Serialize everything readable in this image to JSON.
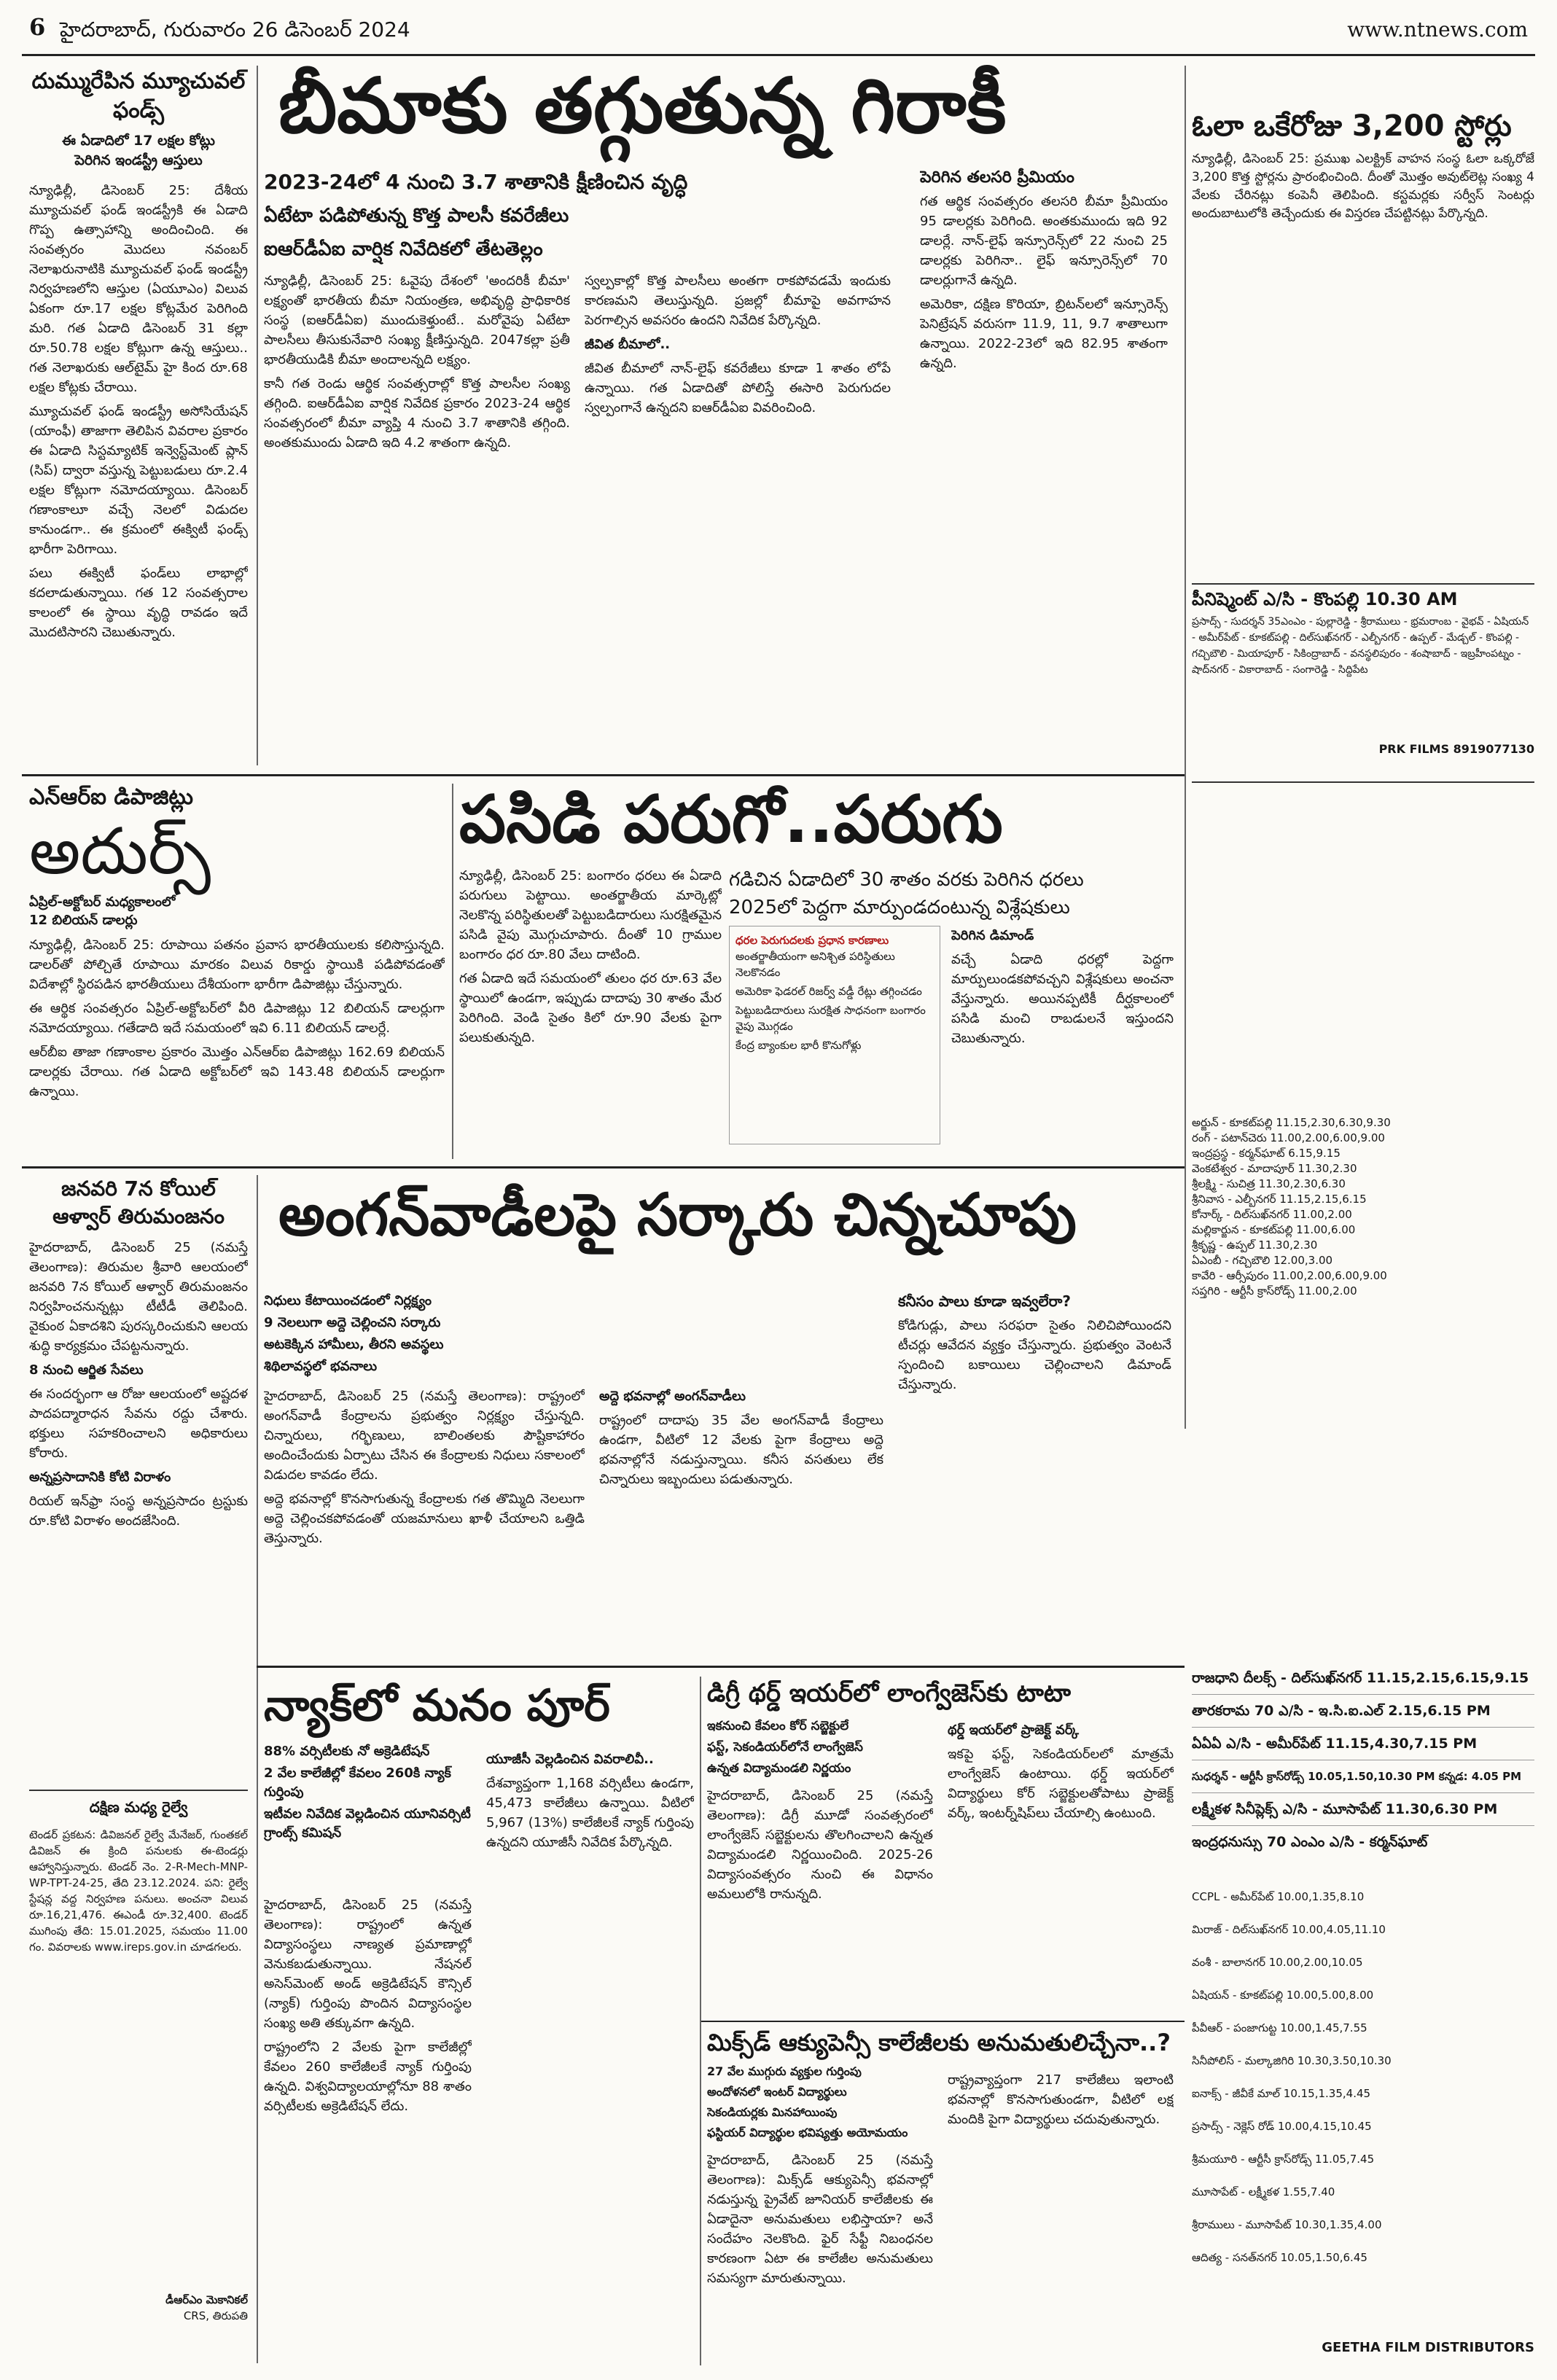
{
  "masthead": {
    "page_no": "6",
    "dateline": "హైదరాబాద్, గురువారం 26 డిసెంబర్ 2024",
    "site": "www.ntnews.com"
  },
  "mutual": {
    "head": "దుమ్మురేపిన మ్యూచువల్ ఫండ్స్",
    "kicker1": "ఈ ఏడాదిలో 17 లక్షల కోట్లు",
    "kicker2": "పెరిగిన ఇండస్ట్రీ ఆస్తులు",
    "body": [
      "న్యూఢిల్లీ, డిసెంబర్ 25: దేశీయ మ్యూచువల్ ఫండ్ ఇండస్ట్రీకి ఈ ఏడాది గొప్ప ఉత్సాహాన్ని అందించింది. ఈ సంవత్సరం మొదలు నవంబర్ నెలాఖరునాటికి మ్యూచువల్ ఫండ్ ఇండస్ట్రీ నిర్వహణలోని ఆస్తుల (ఏయూఎం) విలువ ఏకంగా రూ.17 లక్షల కోట్లమేర పెరిగింది మరి. గత ఏడాది డిసెంబర్ 31 కల్లా రూ.50.78 లక్షల కోట్లుగా ఉన్న ఆస్తులు.. గత నెలాఖరుకు ఆల్‌టైమ్ హై కింద రూ.68 లక్షల కోట్లకు చేరాయి.",
      "మ్యూచువల్ ఫండ్ ఇండస్ట్రీ అసోసియేషన్ (యాంఫీ) తాజాగా తెలిపిన వివరాల ప్రకారం ఈ ఏడాది సిస్టమ్యాటిక్ ఇన్వెస్ట్‌మెంట్ ప్లాన్ (సిప్) ద్వారా వస్తున్న పెట్టుబడులు రూ.2.4 లక్షల కోట్లుగా నమోదయ్యాయి. డిసెంబర్ గణాంకాలూ వచ్చే నెలలో విడుదల కానుండగా.. ఈ క్రమంలో ఈక్విటీ ఫండ్స్ భారీగా పెరిగాయి.",
      "పలు ఈక్విటీ ఫండ్‌లు లాభాల్లో కదలాడుతున్నాయి. గత 12 సంవత్సరాల కాలంలో ఈ స్థాయి వృద్ధి రావడం ఇదే మొదటిసారని చెబుతున్నారు."
    ]
  },
  "insurance": {
    "headline": "బీమాకు తగ్గుతున్న గిరాకీ",
    "deck1": "2023-24లో 4 నుంచి 3.7 శాతానికి క్షీణించిన వృద్ధి",
    "deck2": "ఏటేటా పడిపోతున్న కొత్త పాలసీ కవరేజీలు",
    "deck3": "ఐఆర్‌డీఏఐ వార్షిక నివేదికలో తేటతెల్లం",
    "side_head": "పెరిగిన తలసరి ప్రీమియం",
    "sub": "జీవిత బీమాలో..",
    "body": [
      "న్యూఢిల్లీ, డిసెంబర్ 25: ఓవైపు దేశంలో 'అందరికీ బీమా' లక్ష్యంతో భారతీయ బీమా నియంత్రణ, అభివృద్ధి ప్రాధికారిక సంస్థ (ఐఆర్‌డీఏఐ) ముందుకెళ్తుంటే.. మరోవైపు ఏటేటా పాలసీలు తీసుకునేవారి సంఖ్య క్షీణిస్తున్నది. 2047కల్లా ప్రతీ భారతీయుడికి బీమా అందాలన్నది లక్ష్యం.",
      "కానీ గత రెండు ఆర్థిక సంవత్సరాల్లో కొత్త పాలసీల సంఖ్య తగ్గింది. ఐఆర్‌డీఏఐ వార్షిక నివేదిక ప్రకారం 2023-24 ఆర్థిక సంవత్సరంలో బీమా వ్యాప్తి 4 నుంచి 3.7 శాతానికి తగ్గింది. అంతకుముందు ఏడాది ఇది 4.2 శాతంగా ఉన్నది.",
      "స్వల్పకాల్లో కొత్త పాలసీలు అంతగా రాకపోవడమే ఇందుకు కారణమని తెలుస్తున్నది. ప్రజల్లో బీమాపై అవగాహన పెరగాల్సిన అవసరం ఉందని నివేదిక పేర్కొన్నది.",
      "జీవిత బీమాలో నాన్-లైఫ్ కవరేజీలు కూడా 1 శాతం లోపే ఉన్నాయి. గత ఏడాదితో పోలిస్తే ఈసారి పెరుగుదల స్వల్పంగానే ఉన్నదని ఐఆర్‌డీఏఐ వివరించింది."
    ],
    "side_body": [
      "గత ఆర్థిక సంవత్సరం తలసరి బీమా ప్రీమియం 95 డాలర్లకు పెరిగింది. అంతకుముందు ఇది 92 డాలర్లే. నాన్-లైఫ్ ఇన్సూరెన్స్‌లో 22 నుంచి 25 డాలర్లకు పెరిగినా.. లైఫ్ ఇన్సూరెన్స్‌లో 70 డాలర్లుగానే ఉన్నది.",
      "అమెరికా, దక్షిణ కొరియా, బ్రిటన్‌లలో ఇన్సూరెన్స్ పెనిట్రేషన్ వరుసగా 11.9, 11, 9.7 శాతాలుగా ఉన్నాయి. 2022-23లో ఇది 82.95 శాతంగా ఉన్నది."
    ]
  },
  "ola": {
    "head": "ఓలా ఒకేరోజు 3,200 స్టోర్లు",
    "body": "న్యూఢిల్లీ, డిసెంబర్ 25: ప్రముఖ ఎలక్ట్రిక్ వాహన సంస్థ ఓలా ఒక్కరోజే 3,200 కొత్త స్టోర్లను ప్రారంభించింది. దీంతో మొత్తం అవుట్‌లెట్ల సంఖ్య 4 వేలకు చేరినట్లు కంపెనీ తెలిపింది. కస్టమర్లకు సర్వీస్ సెంటర్లు అందుబాటులోకి తెచ్చేందుకు ఈ విస్తరణ చేపట్టినట్లు పేర్కొన్నది."
  },
  "nri": {
    "kicker": "ఎన్ఆర్ఐ డిపాజిట్లు",
    "head": "అదుర్స్",
    "sub1": "ఏప్రిల్-అక్టోబర్ మధ్యకాలంలో",
    "sub2": "12 బిలియన్ డాలర్లు",
    "body": [
      "న్యూఢిల్లీ, డిసెంబర్ 25: రూపాయి పతనం ప్రవాస భారతీయులకు కలిసొస్తున్నది. డాలర్‌తో పోల్చితే రూపాయి మారకం విలువ రికార్డు స్థాయికి పడిపోవడంతో విదేశాల్లో స్థిరపడిన భారతీయులు దేశీయంగా భారీగా డిపాజిట్లు చేస్తున్నారు.",
      "ఈ ఆర్థిక సంవత్సరం ఏప్రిల్-అక్టోబర్‌లో వీరి డిపాజిట్లు 12 బిలియన్ డాలర్లుగా నమోదయ్యాయి. గతేడాది ఇదే సమయంలో ఇవి 6.11 బిలియన్ డాలర్లే.",
      "ఆర్‌బీఐ తాజా గణాంకాల ప్రకారం మొత్తం ఎన్ఆర్ఐ డిపాజిట్లు 162.69 బిలియన్ డాలర్లకు చేరాయి. గత ఏడాది అక్టోబర్‌లో ఇవి 143.48 బిలియన్ డాలర్లుగా ఉన్నాయి."
    ]
  },
  "gold": {
    "head": "పసిడి పరుగో..పరుగు",
    "deck1": "గడిచిన ఏడాదిలో 30 శాతం వరకు పెరిగిన ధరలు",
    "deck2": "2025లో పెద్దగా మార్పుండదంటున్న విశ్లేషకులు",
    "box_title": "ధరల పెరుగుదలకు ప్రధాన కారణాలు",
    "reasons": [
      "అంతర్జాతీయంగా అనిశ్చిత పరిస్థితులు నెలకొనడం",
      "అమెరికా ఫెడరల్ రిజర్వ్ వడ్డీ రేట్లు తగ్గించడం",
      "పెట్టుబడిదారులు సురక్షిత సాధనంగా బంగారం వైపు మొగ్గడం",
      "కేంద్ర బ్యాంకుల భారీ కొనుగోళ్లు"
    ],
    "sub": "పెరిగిన డిమాండ్",
    "body": [
      "న్యూఢిల్లీ, డిసెంబర్ 25: బంగారం ధరలు ఈ ఏడాది పరుగులు పెట్టాయి. అంతర్జాతీయ మార్కెట్లో నెలకొన్న పరిస్థితులతో పెట్టుబడిదారులు సురక్షితమైన పసిడి వైపు మొగ్గుచూపారు. దీంతో 10 గ్రాముల బంగారం ధర రూ.80 వేలు దాటింది.",
      "గత ఏడాది ఇదే సమయంలో తులం ధర రూ.63 వేల స్థాయిలో ఉండగా, ఇప్పుడు దాదాపు 30 శాతం మేర పెరిగింది. వెండి సైతం కిలో రూ.90 వేలకు పైగా పలుకుతున్నది.",
      "వచ్చే ఏడాది ధరల్లో పెద్దగా మార్పులుండకపోవచ్చని విశ్లేషకులు అంచనా వేస్తున్నారు. అయినప్పటికీ దీర్ఘకాలంలో పసిడి మంచి రాబడులనే ఇస్తుందని చెబుతున్నారు."
    ]
  },
  "koil": {
    "head": "జనవరి 7న కోయిల్ ఆళ్వార్ తిరుమంజనం",
    "sub": "8 నుంచి ఆర్జిత సేవలు",
    "sub2": "అన్నప్రసాదానికి కోటి విరాళం",
    "body": [
      "హైదరాబాద్, డిసెంబర్ 25 (నమస్తే తెలంగాణ): తిరుమల శ్రీవారి ఆలయంలో జనవరి 7న కోయిల్ ఆళ్వార్ తిరుమంజనం నిర్వహించనున్నట్లు టీటీడీ తెలిపింది. వైకుంఠ ఏకాదశిని పురస్కరించుకుని ఆలయ శుద్ధి కార్యక్రమం చేపట్టనున్నారు.",
      "ఈ సందర్భంగా ఆ రోజు ఆలయంలో అష్టదళ పాదపద్మారాధన సేవను రద్దు చేశారు. భక్తులు సహకరించాలని అధికారులు కోరారు.",
      "రియల్ ఇన్‌ఫ్రా సంస్థ అన్నప్రసాదం ట్రస్టుకు రూ.కోటి విరాళం అందజేసింది."
    ]
  },
  "anganwadi": {
    "head": "అంగన్‌వాడీలపై సర్కారు చిన్నచూపు",
    "bullets": [
      "నిధులు కేటాయించడంలో నిర్లక్ష్యం",
      "9 నెలలుగా అద్దె చెల్లించని సర్కారు",
      "అటకెక్కిన హామీలు, తీరని అవస్థలు",
      "శిథిలావస్థలో భవనాలు"
    ],
    "side_head": "కనీసం పాలు కూడా ఇవ్వలేరా?",
    "sub": "అద్దె భవనాల్లో అంగన్‌వాడీలు",
    "body": [
      "హైదరాబాద్, డిసెంబర్ 25 (నమస్తే తెలంగాణ): రాష్ట్రంలో అంగన్‌వాడీ కేంద్రాలను ప్రభుత్వం నిర్లక్ష్యం చేస్తున్నది. చిన్నారులు, గర్భిణులు, బాలింతలకు పౌష్టికాహారం అందించేందుకు ఏర్పాటు చేసిన ఈ కేంద్రాలకు నిధులు సకాలంలో విడుదల కావడం లేదు.",
      "అద్దె భవనాల్లో కొనసాగుతున్న కేంద్రాలకు గత తొమ్మిది నెలలుగా అద్దె చెల్లించకపోవడంతో యజమానులు ఖాళీ చేయాలని ఒత్తిడి తెస్తున్నారు.",
      "రాష్ట్రంలో దాదాపు 35 వేల అంగన్‌వాడీ కేంద్రాలు ఉండగా, వీటిలో 12 వేలకు పైగా కేంద్రాలు అద్దె భవనాల్లోనే నడుస్తున్నాయి. కనీస వసతులు లేక చిన్నారులు ఇబ్బందులు పడుతున్నారు.",
      "కోడిగుడ్లు, పాలు సరఫరా సైతం నిలిచిపోయిందని టీచర్లు ఆవేదన వ్యక్తం చేస్తున్నారు. ప్రభుత్వం వెంటనే స్పందించి బకాయిలు చెల్లించాలని డిమాండ్ చేస్తున్నారు."
    ]
  },
  "naac": {
    "head": "న్యాక్‌లో మనం పూర్",
    "bullets": [
      "88% వర్సిటీలకు నో అక్రెడిటేషన్",
      "2 వేల కాలేజీల్లో కేవలం 260కి న్యాక్ గుర్తింపు",
      "ఇటీవల నివేదిక వెల్లడించిన యూనివర్సిటీ గ్రాంట్స్ కమిషన్"
    ],
    "sub": "యూజీసీ వెల్లడించిన వివరాలివీ..",
    "body": [
      "హైదరాబాద్, డిసెంబర్ 25 (నమస్తే తెలంగాణ): రాష్ట్రంలో ఉన్నత విద్యాసంస్థలు నాణ్యత ప్రమాణాల్లో వెనుకబడుతున్నాయి. నేషనల్ అసెస్‌మెంట్ అండ్ అక్రెడిటేషన్ కౌన్సిల్ (న్యాక్) గుర్తింపు పొందిన విద్యాసంస్థల సంఖ్య అతి తక్కువగా ఉన్నది.",
      "రాష్ట్రంలోని 2 వేలకు పైగా కాలేజీల్లో కేవలం 260 కాలేజీలకే న్యాక్ గుర్తింపు ఉన్నది. విశ్వవిద్యాలయాల్లోనూ 88 శాతం వర్సిటీలకు అక్రెడిటేషన్ లేదు.",
      "దేశవ్యాప్తంగా 1,168 వర్సిటీలు ఉండగా, 45,473 కాలేజీలు ఉన్నాయి. వీటిలో 5,967 (13%) కాలేజీలకే న్యాక్ గుర్తింపు ఉన్నదని యూజీసీ నివేదిక పేర్కొన్నది."
    ]
  },
  "degree": {
    "head": "డిగ్రీ థర్డ్ ఇయర్‌లో లాంగ్వేజెస్‌కు టాటా",
    "bullets": [
      "ఇకనుంచి కేవలం కోర్ సబ్జెక్టులే",
      "ఫస్ట్, సెకండియర్‌లోనే లాంగ్వేజెస్",
      "ఉన్నత విద్యామండలి నిర్ణయం"
    ],
    "sub": "థర్డ్ ఇయర్‌లో ప్రాజెక్ట్ వర్క్",
    "body": [
      "హైదరాబాద్, డిసెంబర్ 25 (నమస్తే తెలంగాణ): డిగ్రీ మూడో సంవత్సరంలో లాంగ్వేజెస్ సబ్జెక్టులను తొలగించాలని ఉన్నత విద్యామండలి నిర్ణయించింది. 2025-26 విద్యాసంవత్సరం నుంచి ఈ విధానం అమలులోకి రానున్నది.",
      "ఇకపై ఫస్ట్, సెకండియర్‌లలో మాత్రమే లాంగ్వేజెస్ ఉంటాయి. థర్డ్ ఇయర్‌లో విద్యార్థులు కోర్ సబ్జెక్టులతోపాటు ప్రాజెక్ట్ వర్క్, ఇంటర్న్‌షిప్‌లు చేయాల్సి ఉంటుంది."
    ]
  },
  "mixed": {
    "head": "మిక్స్‌డ్ ఆక్యుపెన్సీ కాలేజీలకు అనుమతులిచ్చేనా..?",
    "bullets": [
      "27 వేల ముగ్గురు వ్యక్తుల గుర్తింపు",
      "అందోళనలో ఇంటర్ విద్యార్థులు",
      "సెకండియర్లకు మినహాయింపు",
      "ఫస్టియర్ విద్యార్థుల భవిష్యత్తు అయోమయం"
    ],
    "body": [
      "హైదరాబాద్, డిసెంబర్ 25 (నమస్తే తెలంగాణ): మిక్స్‌డ్ ఆక్యుపెన్సీ భవనాల్లో నడుస్తున్న ప్రైవేట్ జూనియర్ కాలేజీలకు ఈ ఏడాదైనా అనుమతులు లభిస్తాయా? అనే సందేహం నెలకొంది. ఫైర్ సేఫ్టీ నిబంధనల కారణంగా ఏటా ఈ కాలేజీల అనుమతులు సమస్యగా మారుతున్నాయి.",
      "రాష్ట్రవ్యాప్తంగా 217 కాలేజీలు ఇలాంటి భవనాల్లో కొనసాగుతుండగా, వీటిలో లక్ష మందికి పైగా విద్యార్థులు చదువుతున్నారు."
    ]
  },
  "notice": {
    "title": "దక్షిణ మధ్య రైల్వే",
    "body": "టెండర్ ప్రకటన: డివిజనల్ రైల్వే మేనేజర్, గుంతకల్ డివిజన్ ఈ క్రింది పనులకు ఈ-టెండర్లు ఆహ్వానిస్తున్నారు. టెండర్ నెం. 2-R-Mech-MNP-WP-TPT-24-25, తేది 23.12.2024. పని: రైల్వే స్టేషన్ల వద్ద నిర్వహణ పనులు. అంచనా విలువ రూ.16,21,476. ఈఎండీ రూ.32,400. టెండర్ ముగింపు తేది: 15.01.2025, సమయం 11.00 గం. వివరాలకు www.ireps.gov.in చూడగలరు.",
    "sign": "డీఆర్ఎం మెకానికల్",
    "sign2": "CRS, తిరుపతి"
  },
  "ads": {
    "prk": {
      "title": "పీనిష్మెంట్ ఎ/సి - కొంపల్లి 10.30 AM",
      "body": "ప్రసాద్స్ - సుదర్శన్ 35ఎంఎం - పుల్లారెడ్డి - శ్రీరాములు - భ్రమరాంబ - వైభవ్ - ఏషియన్ - అమీర్‌పేట్ - కూకట్‌పల్లి - దిల్‌సుఖ్‌నగర్ - ఎల్బీనగర్ - ఉప్పల్ - మేడ్చల్ - కొంపల్లి - గచ్చిబౌలి - మియాపూర్ - సికింద్రాబాద్ - వనస్థలిపురం - శంషాబాద్ - ఇబ్రహీంపట్నం - షాద్‌నగర్ - వికారాబాద్ - సంగారెడ్డి - సిద్దిపేట",
      "footer": "PRK FILMS 8919077130"
    },
    "shows": [
      "అర్జున్ - కూకట్‌పల్లి 11.15,2.30,6.30,9.30",
      "రంగ్ - పటాన్‌చెరు 11.00,2.00,6.00,9.00",
      "ఇంద్రప్రస్థ - కర్మన్‌ఘాట్ 6.15,9.15",
      "వెంకటేశ్వర - మాదాపూర్ 11.30,2.30",
      "శ్రీలక్ష్మి - సుచిత్ర 11.30,2.30,6.30",
      "శ్రీనివాస - ఎల్బీనగర్ 11.15,2.15,6.15",
      "కోనార్క్ - దిల్‌సుఖ్‌నగర్ 11.00,2.00",
      "మల్లికార్జున - కూకట్‌పల్లి 11.00,6.00",
      "శ్రీకృష్ణ - ఉప్పల్ 11.30,2.30",
      "ఏఎంబీ - గచ్చిబౌలి 12.00,3.00",
      "కావేరి - ఆర్సీపురం 11.00,2.00,6.00,9.00",
      "సప్తగిరి - ఆర్టీసీ క్రాస్‌రోడ్స్ 11.00,2.00"
    ],
    "showtimes": [
      {
        "title": "రాజధాని దీలక్స్ - దిల్‌సుఖ్‌నగర్ 11.15,2.15,6.15,9.15"
      },
      {
        "title": "తారకరామ 70 ఎ/సి - ఇ.సి.ఐ.ఎల్ 2.15,6.15 PM"
      },
      {
        "title": "ఏఏఏ ఎ/సి - అమీర్‌పేట్ 11.15,4.30,7.15 PM"
      },
      {
        "title": "సుధర్శన్ - ఆర్టీసీ క్రాస్‌రోడ్స్ 10.05,1.50,10.30 PM కన్నడ: 4.05 PM"
      },
      {
        "title": "లక్ష్మీకళ సినీప్లెక్స్ ఎ/సి - మూసాపేట్ 11.30,6.30 PM"
      },
      {
        "title": "ఇంద్రధనుస్సు 70 ఎంఎం ఎ/సి - కర్మన్‌ఘాట్"
      }
    ],
    "geetha": [
      "CCPL - అమీర్‌పేట్ 10.00,1.35,8.10",
      "మిరాజ్ - దిల్‌సుఖ్‌నగర్ 10.00,4.05,11.10",
      "వంశీ - బాలానగర్ 10.00,2.00,10.05",
      "ఏషియన్ - కూకట్‌పల్లి 10.00,5.00,8.00",
      "పీవీఆర్ - పంజాగుట్ట 10.00,1.45,7.55",
      "సినీపోలిస్ - మల్కాజిగిరి 10.30,3.50,10.30",
      "ఐనాక్స్ - జీవీకే మాల్ 10.15,1.35,4.45",
      "ప్రసాద్స్ - నెక్లెస్ రోడ్ 10.00,4.15,10.45",
      "శ్రీమయూరి - ఆర్టీసీ క్రాస్‌రోడ్స్ 11.05,7.45",
      "మూసాపేట్ - లక్ష్మీకళ 1.55,7.40",
      "శ్రీరాములు - మూసాపేట్ 10.30,1.35,4.00",
      "ఆదిత్య - సనత్‌నగర్ 10.05,1.50,6.45"
    ],
    "geetha_footer": "GEETHA FILM DISTRIBUTORS"
  }
}
